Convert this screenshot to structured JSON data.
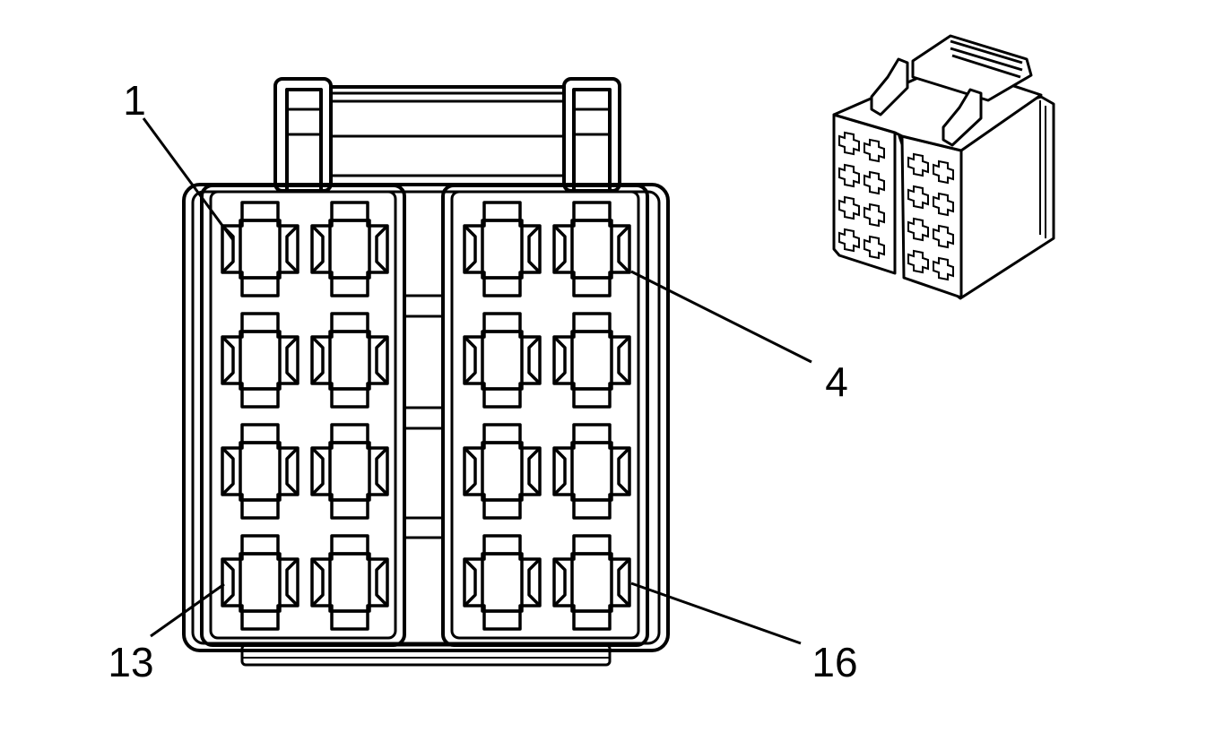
{
  "diagram": {
    "type": "connector-face-view",
    "line_color": "#000000",
    "background": "#ffffff",
    "cavity_count": 16,
    "layout": {
      "blocks": 2,
      "columns_per_block": 2,
      "rows": 4
    },
    "callouts": [
      {
        "label": "1",
        "cavity": 1
      },
      {
        "label": "4",
        "cavity": 4
      },
      {
        "label": "13",
        "cavity": 13
      },
      {
        "label": "16",
        "cavity": 16
      }
    ]
  }
}
